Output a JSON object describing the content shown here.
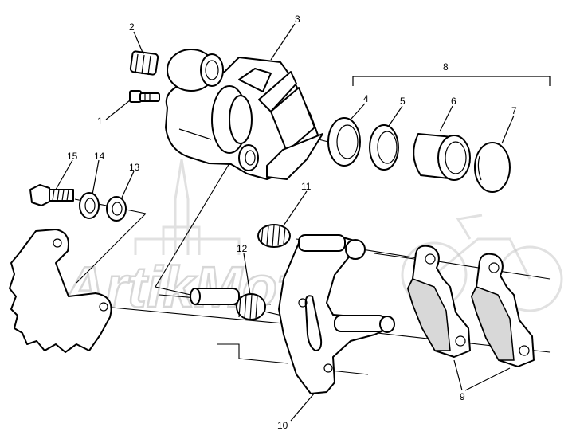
{
  "callouts": {
    "c1": "1",
    "c2": "2",
    "c3": "3",
    "c4": "4",
    "c5": "5",
    "c6": "6",
    "c7": "7",
    "c8": "8",
    "c9": "9",
    "c10": "10",
    "c11": "11",
    "c12": "12",
    "c13": "13",
    "c14": "14",
    "c15": "15"
  },
  "watermark": {
    "text": "ArtikMoto"
  },
  "colors": {
    "line": "#000000",
    "background": "#ffffff",
    "watermark": "#c8c8c8"
  }
}
